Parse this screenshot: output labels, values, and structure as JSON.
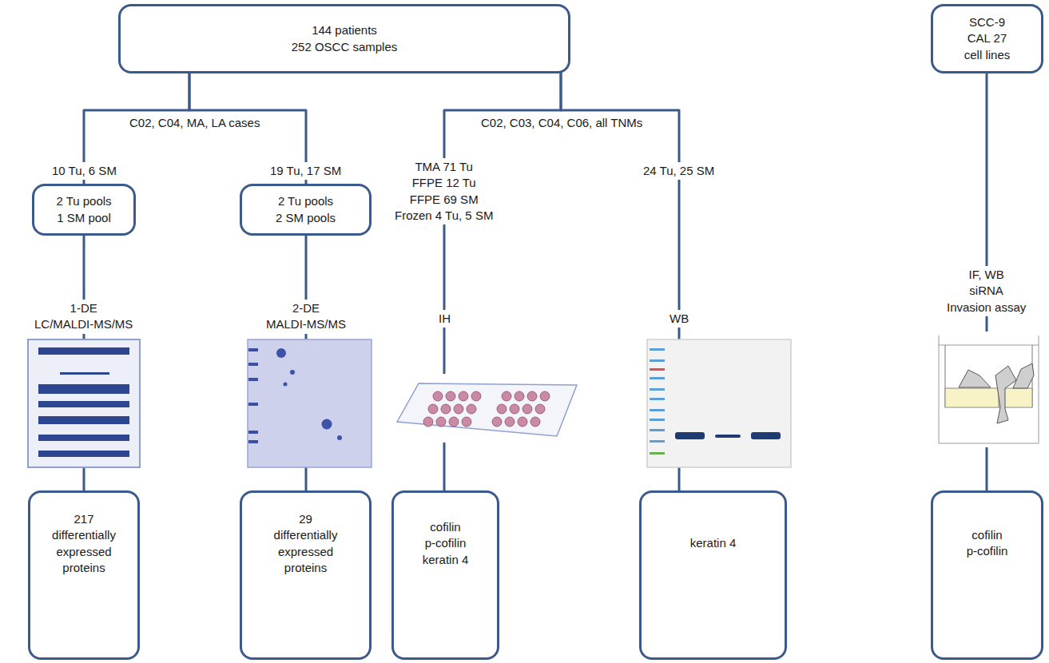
{
  "diagram": {
    "nodes": [
      {
        "text": [
          "144 patients 252 OSCC samples"
        ]
      },
      {
        "text": [
          "SCC-9 CAL 27 cell lines"
        ]
      },
      {
        "text": [
          "2 Tu pools 1 SM pool"
        ]
      },
      {
        "text": [
          "2 Tu pools 2 SM pools"
        ]
      },
      {
        "text": [
          "217 differentially expressed proteins"
        ]
      },
      {
        "text": [
          "29 differentially expressed proteins"
        ]
      },
      {
        "text": [
          "cofilin p-cofilin keratin 4"
        ]
      },
      {
        "text": [
          "keratin 4"
        ]
      },
      {
        "text": [
          "cofilin p-cofilin"
        ]
      }
    ],
    "edges": [
      {
        "from": 0,
        "to": 2,
        "arrow": "none"
      },
      {
        "from": 0,
        "to": 3,
        "arrow": "none"
      },
      {
        "from": 0,
        "to": 6,
        "arrow": "none"
      },
      {
        "from": 0,
        "to": 7,
        "arrow": "none"
      },
      {
        "from": 2,
        "to": 4,
        "arrow": "none"
      },
      {
        "from": 3,
        "to": 5,
        "arrow": "none"
      },
      {
        "from": 1,
        "to": 8,
        "arrow": "none"
      }
    ],
    "labels": [
      "C02, C04, MA, LA cases",
      "10 Tu, 6 SM",
      "19 Tu, 17 SM",
      "C02, C03, C04, C06, all TNMs",
      "TMA 71 Tu FFPE 12 Tu FFPE 69 SM Frozen 4 Tu, 5 SM",
      "24 Tu, 25 SM",
      "1-DE LC/MALDI-MS/MS",
      "2-DE MALDI-MS/MS",
      "IH",
      "WB",
      "IF, WB siRNA Invasion assay"
    ]
  }
}
